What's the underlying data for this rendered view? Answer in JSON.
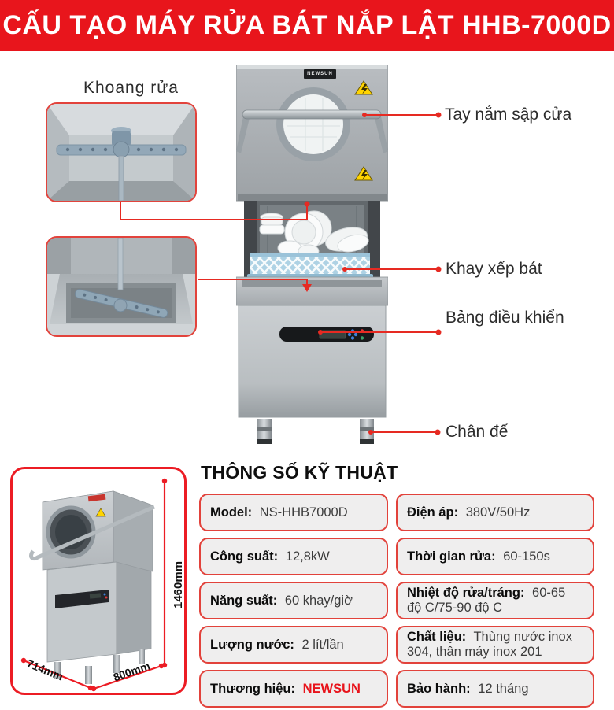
{
  "header": {
    "title": "CẤU TẠO MÁY RỬA BÁT NẮP LẬT HHB-7000D"
  },
  "colors": {
    "banner_red": "#e8151c",
    "leader_red": "#e62a22",
    "cell_border_red": "#e2423b",
    "cell_bg": "#efeeee",
    "brand_red": "#e8131b"
  },
  "diagram": {
    "label_wash_chamber": "Khoang rửa",
    "label_door_handle": "Tay nắm sập cửa",
    "label_dish_tray": "Khay xếp bát",
    "label_control_panel": "Bảng điều khiển",
    "label_base_feet": "Chân đế",
    "brand_plate": "NEWSUN"
  },
  "dimensions": {
    "height": "1460mm",
    "depth": "714mm",
    "width": "800mm"
  },
  "specs": {
    "title": "THÔNG SỐ KỸ THUẬT",
    "cells": [
      {
        "label": "Model:",
        "value": "NS-HHB7000D"
      },
      {
        "label": "Điện áp:",
        "value": "380V/50Hz"
      },
      {
        "label": "Công suất:",
        "value": "12,8kW"
      },
      {
        "label": "Thời gian rửa:",
        "value": "60-150s"
      },
      {
        "label": "Năng suất:",
        "value": "60 khay/giờ"
      },
      {
        "label": "Nhiệt độ rửa/tráng:",
        "value": "60-65 độ C/75-90 độ C"
      },
      {
        "label": "Lượng nước:",
        "value": "2 lít/lần"
      },
      {
        "label": "Chất liệu:",
        "value": "Thùng nước inox 304, thân máy inox 201"
      },
      {
        "label": "Thương hiệu:",
        "value": "NEWSUN"
      },
      {
        "label": "Bảo hành:",
        "value": "12 tháng"
      }
    ]
  }
}
